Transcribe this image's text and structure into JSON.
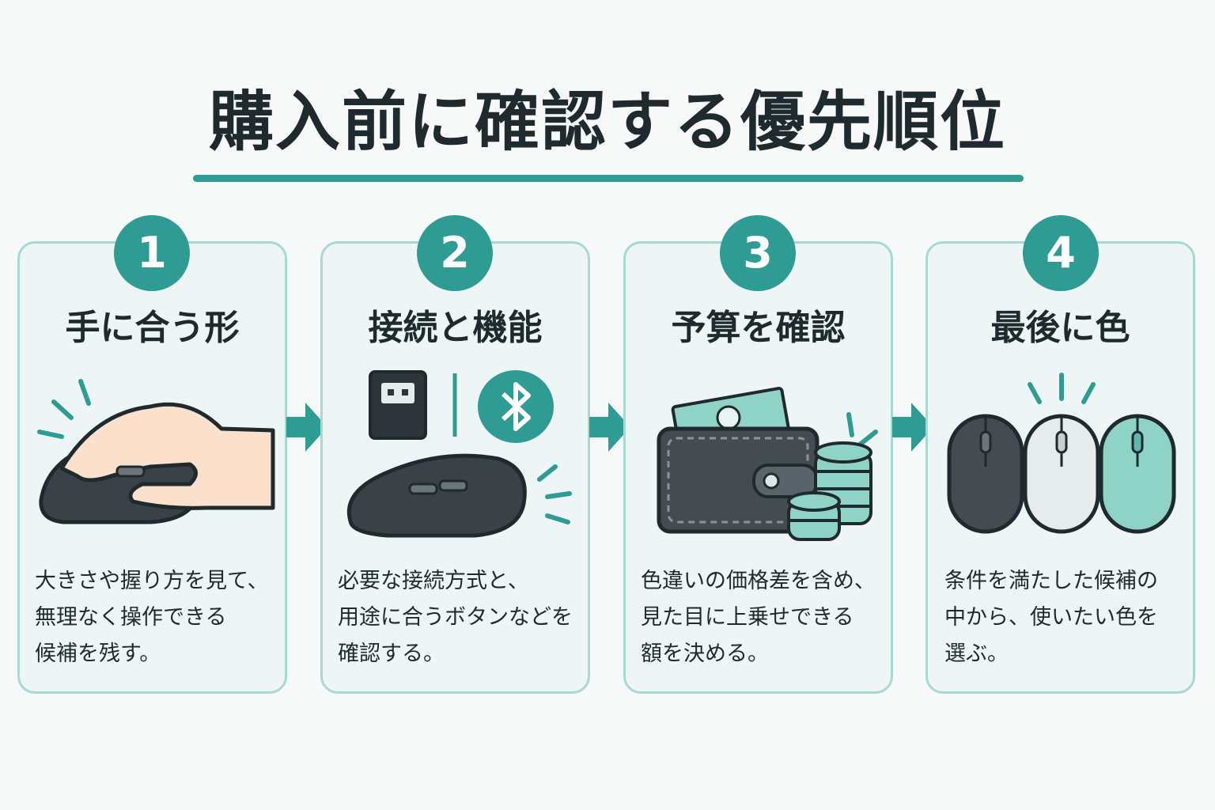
{
  "title": "購入前に確認する優先順位",
  "colors": {
    "accent": "#2e9c92",
    "card_bg": "#edf6f5",
    "card_border": "#a7d9d3",
    "dark": "#2e353a",
    "light": "#e6ebec",
    "mint": "#8fd3c6",
    "text": "#1f2a2e"
  },
  "steps": [
    {
      "number": "1",
      "heading": "手に合う形",
      "lines": [
        "大きさや握り方を見て、",
        "無理なく操作できる",
        "候補を残す。"
      ],
      "icon": "hand-gripping-mouse-icon"
    },
    {
      "number": "2",
      "heading": "接続と機能",
      "lines": [
        "必要な接続方式と、",
        "用途に合うボタンなどを",
        "確認する。"
      ],
      "icon": "usb-bluetooth-mouse-icon"
    },
    {
      "number": "3",
      "heading": "予算を確認",
      "lines": [
        "色違いの価格差を含め、",
        "見た目に上乗せできる",
        "額を決める。"
      ],
      "icon": "wallet-coins-icon"
    },
    {
      "number": "4",
      "heading": "最後に色",
      "lines": [
        "条件を満たした候補の",
        "中から、使いたい色を",
        "選ぶ。"
      ],
      "icon": "three-color-mice-icon"
    }
  ]
}
